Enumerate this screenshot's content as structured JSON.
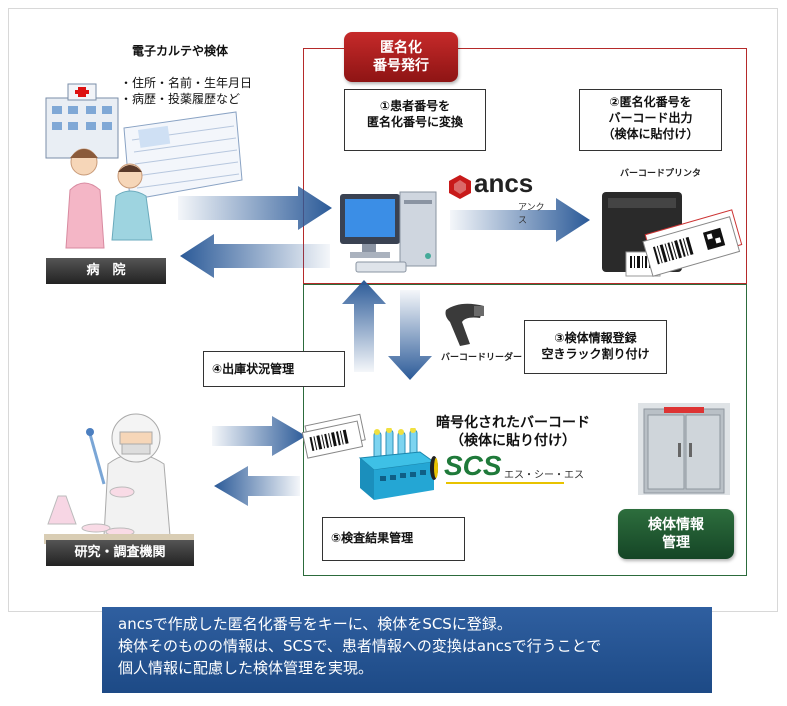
{
  "hospital": {
    "records_title": "電子カルテや検体",
    "records_items": [
      "・住所・名前・生年月日",
      "・病歴・投薬履歴など"
    ],
    "label": "病　院"
  },
  "research": {
    "label": "研究・調査機関"
  },
  "anonymize": {
    "badge_line1": "匿名化",
    "badge_line2": "番号発行"
  },
  "steps": {
    "step1_line1": "①患者番号を",
    "step1_line2": "匿名化番号に変換",
    "step2_line1": "②匿名化番号を",
    "step2_line2": "バーコード出力",
    "step2_line3": "（検体に貼付け）",
    "step3_line1": "③検体情報登録",
    "step3_line2": "空きラック割り付け",
    "step4": "④出庫状況管理",
    "step5": "⑤検査結果管理"
  },
  "ancs": {
    "logo": "ancs",
    "kana": "アンクス"
  },
  "printer": {
    "label": "バーコードプリンタ"
  },
  "reader": {
    "label": "バーコードリーダー"
  },
  "encrypted": {
    "line1": "暗号化されたバーコード",
    "line2": "（検体に貼り付け）"
  },
  "scs": {
    "logo": "SCS",
    "kana": "エス・シー・エス"
  },
  "specimen_mgmt": {
    "badge_line1": "検体情報",
    "badge_line2": "管理"
  },
  "banner": {
    "line1": "ancsで作成した匿名化番号をキーに、検体をSCSに登録。",
    "line2": "検体そのものの情報は、SCSで、患者情報への変換はancsで行うことで",
    "line3": "個人情報に配慮した検体管理を実現。"
  },
  "colors": {
    "red": "#b52a2a",
    "green": "#2c6b3c",
    "arrow": "#2b5a98",
    "banner": "#2f5fa0"
  },
  "icons": [
    "hospital-icon",
    "doctor-patient-icon",
    "computer-icon",
    "printer-icon",
    "barcode-reader-icon",
    "specimen-rack-icon",
    "researcher-icon",
    "freezer-icon"
  ]
}
